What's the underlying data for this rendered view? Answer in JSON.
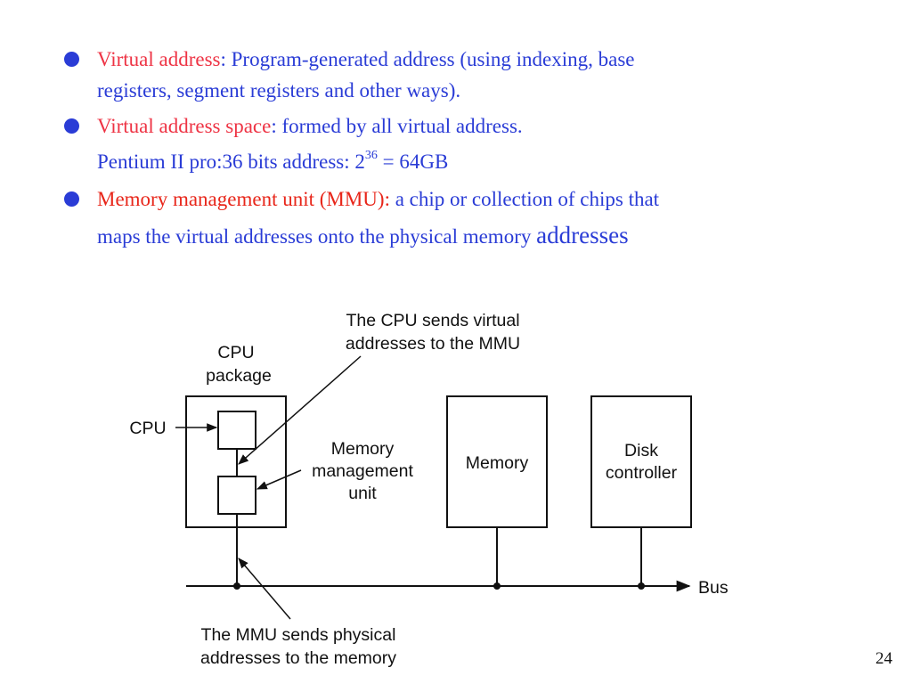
{
  "bullets": [
    {
      "term": "Virtual address",
      "separator": ":",
      "lines": [
        " Program-generated address (using indexing, base",
        "registers, segment registers and other ways)."
      ]
    },
    {
      "term": "Virtual address space",
      "separator": ":",
      "lines": [
        " formed by all virtual address."
      ],
      "sub_prefix": "Pentium II pro:36 bits address: 2",
      "sub_exponent": "36",
      "sub_suffix": " = 64GB"
    },
    {
      "term": "Memory management unit (MMU):",
      "lines": [
        " a chip or collection of chips that",
        "maps the virtual addresses onto the physical memory "
      ],
      "last_word": "addresses"
    }
  ],
  "diagram": {
    "cpu_package_label": [
      "CPU",
      "package"
    ],
    "cpu_label": "CPU",
    "mmu_label": [
      "Memory",
      "management",
      "unit"
    ],
    "memory_label": "Memory",
    "disk_controller_label": [
      "Disk",
      "controller"
    ],
    "bus_label": "Bus",
    "callout_virtual": [
      "The CPU sends virtual",
      "addresses to the MMU"
    ],
    "callout_physical": [
      "The MMU sends physical",
      "addresses to the memory"
    ]
  },
  "page_number": "24",
  "colors": {
    "term": "#ee3344",
    "term_strong": "#e8261a",
    "description": "#2a3cd6",
    "bullet": "#2a3cd6"
  }
}
